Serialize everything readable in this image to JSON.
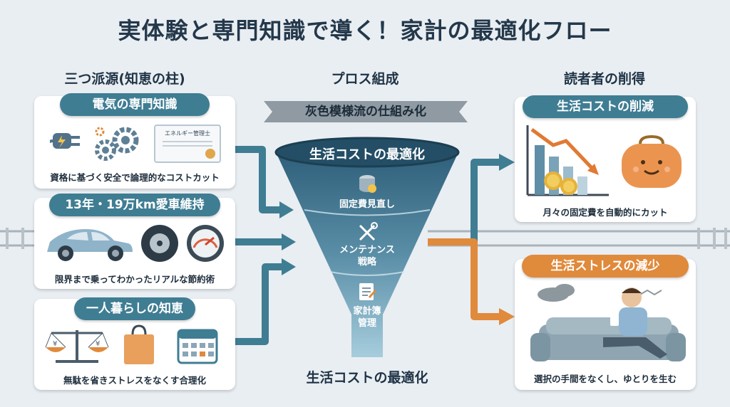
{
  "title": "実体験と専門知識で導く！家計の最適化フロー",
  "columns": {
    "left": "三つ派源(知恵の柱)",
    "center": "プロス組成",
    "right": "読者者の削得"
  },
  "left_cards": [
    {
      "title": "電気の専門知識",
      "certificate": "エネルギー管理士",
      "caption": "資格に基づく安全で論理的なコストカット"
    },
    {
      "title": "13年・19万km愛車維持",
      "caption": "限界まで乗ってわかったリアルな節約術"
    },
    {
      "title": "一人暮らしの知恵",
      "caption": "無駄を省きストレスをなくす合理化"
    }
  ],
  "center": {
    "banner": "灰色模様流の仕組み化",
    "funnel_top": "生活コストの最適化",
    "stages": [
      "固定費見直し",
      "メンテナンス\n戦略",
      "家計簿\n管理"
    ],
    "bottom": "生活コストの最適化"
  },
  "right_cards": [
    {
      "title": "生活コストの削減",
      "caption": "月々の固定費を自動的にカット",
      "color": "#3f7d93"
    },
    {
      "title": "生活ストレスの減少",
      "caption": "選択の手間をなくし、ゆとりを生む",
      "color": "#e08a3c"
    }
  ],
  "colors": {
    "teal": "#3f7d93",
    "orange": "#e08a3c",
    "navy": "#24384b",
    "background": "#e9eef2"
  }
}
